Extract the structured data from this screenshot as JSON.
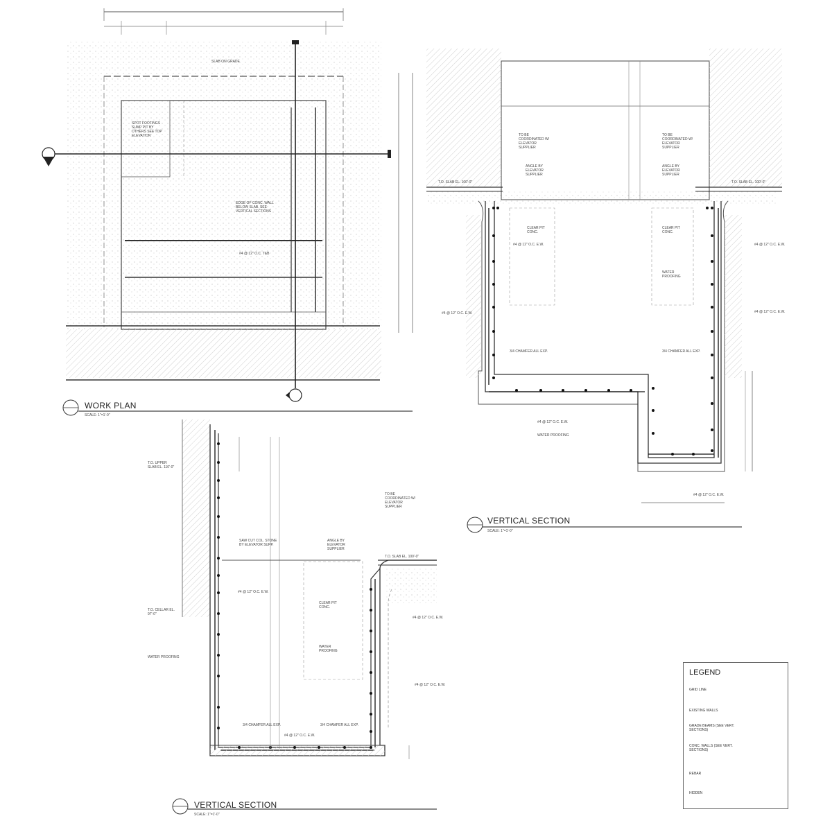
{
  "views": {
    "work_plan": {
      "title": "WORK PLAN",
      "scale": "SCALE: 1\"=1'-0\"",
      "notes": [
        "SLAB ON GRADE",
        "SPOT FOOTINGS SUMP PIT BY OTHERS SEE TOP ELEVATION",
        "EDGE OF CONC. WALL BELOW SLAB. SEE VERTICAL SECTIONS",
        "#4 @ 12\" O.C. T&B"
      ]
    },
    "vertical_section_1": {
      "title": "VERTICAL SECTION",
      "scale": "SCALE: 1\"=1'-0\"",
      "notes": [
        "T.O. SLAB EL. 100'-0\"",
        "T.O. SLAB EL. 100'-0\"",
        "TO BE COORDINATED W/ ELEVATOR SUPPLIER",
        "TO BE COORDINATED W/ ELEVATOR SUPPLIER",
        "ANGLE BY ELEVATOR SUPPLIER",
        "ANGLE BY ELEVATOR SUPPLIER",
        "CLEAR PIT CONC.",
        "CLEAR PIT CONC.",
        "#4 @ 12\" O.C. E.W.",
        "#4 @ 12\" O.C. E.W.",
        "#4 @ 12\" O.C. E.W.",
        "#4 @ 12\" O.C. E.W.",
        "WATER PROOFING",
        "3/4 CHAMFER ALL EXP.",
        "3/4 CHAMFER ALL EXP.",
        "#4 @ 12\" O.C. E.W.",
        "WATER PROOFING",
        "#4 @ 12\" O.C. E.W."
      ]
    },
    "vertical_section_2": {
      "title": "VERTICAL SECTION",
      "scale": "SCALE: 1\"=1'-0\"",
      "notes": [
        "T.O. UPPER SLAB EL. 110'-0\"",
        "T.O. CELLAR EL. 97'-0\"",
        "WATER PROOFING",
        "SAW CUT COL. STONE BY ELEVATOR SUPP.",
        "#4 @ 12\" O.C. E.W.",
        "TO BE COORDINATED W/ ELEVATOR SUPPLIER",
        "ANGLE BY ELEVATOR SUPPLIER",
        "T.O. SLAB EL. 100'-0\"",
        "CLEAR PIT CONC.",
        "WATER PROOFING",
        "#4 @ 12\" O.C. E.W.",
        "#4 @ 12\" O.C. E.W.",
        "3/4 CHAMFER ALL EXP.",
        "3/4 CHAMFER ALL EXP.",
        "#4 @ 12\" O.C. E.W."
      ]
    }
  },
  "legend": {
    "title": "LEGEND",
    "items": [
      "GRID LINE",
      "EXISTING WALLS",
      "GRADE BEAMS (SEE VERT. SECTIONS)",
      "CONC. WALLS (SEE VERT. SECTIONS)",
      "REBAR",
      "HIDDEN"
    ]
  },
  "colors": {
    "line": "#333333",
    "hatch": "#bbbbbb",
    "rebar": "#111111"
  }
}
